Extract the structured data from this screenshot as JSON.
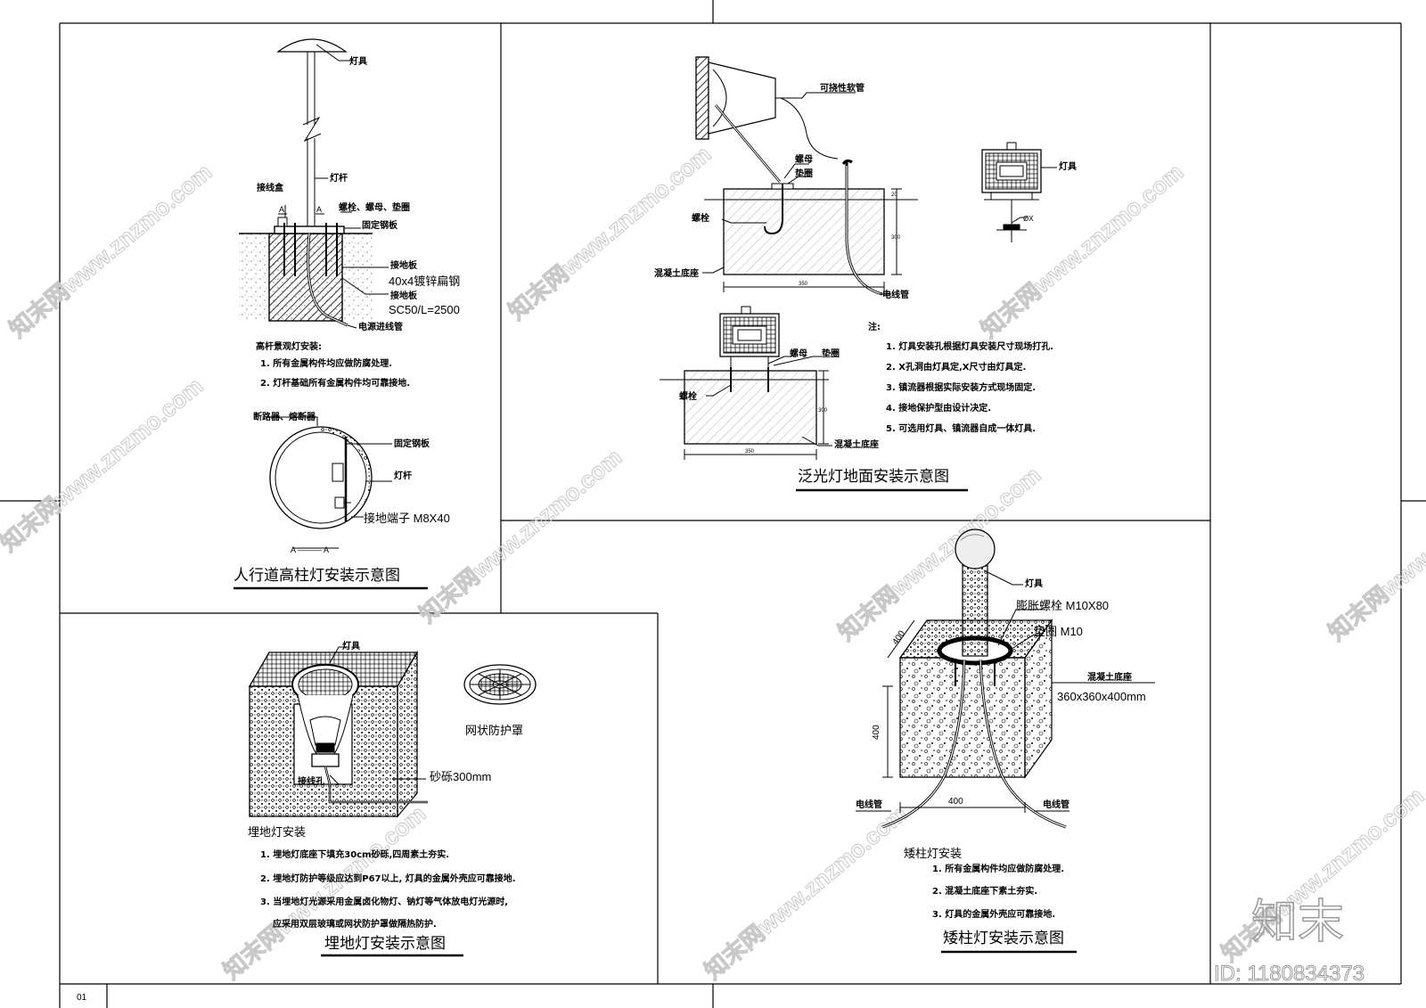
{
  "sheet": {
    "page_no": "01",
    "brand_logo_text": "知末",
    "id_label": "ID: 1180834373",
    "watermark": "知末网www.znzmo.com"
  },
  "high_pole": {
    "title": "人行道高柱灯安装示意图",
    "labels": {
      "luminaire": "灯具",
      "pole": "灯杆",
      "junction_box": "接线盒",
      "section_a": "A",
      "bolts": "螺栓、螺母、垫圈",
      "fixed_plate": "固定钢板",
      "ground_plate": "接地板",
      "ground_spec": "40x4镀锌扁钢",
      "ground_plate2": "接地板",
      "conduit_spec": "SC50/L=2500",
      "power_pipe": "电源进线管",
      "breaker": "断路器、熔断器",
      "fixed_plate2": "固定钢板",
      "pole2": "灯杆",
      "ground_terminal": "接地端子 M8X40",
      "section_mark": "A ——— A"
    },
    "notes_title": "高杆景观灯安装:",
    "notes": [
      "1.  所有金属构件均应做防腐处理.",
      "2.  灯杆基础所有金属构件均可靠接地."
    ]
  },
  "flood": {
    "title": "泛光灯地面安装示意图",
    "labels": {
      "flex_pipe": "可挠性软管",
      "nut": "螺母",
      "washer": "垫圈",
      "bolt": "螺栓",
      "concrete_base": "混凝土底座",
      "cable_pipe": "电线管",
      "dim_350": "350",
      "dim_300": "300",
      "dim_20": "20",
      "luminaire": "灯具",
      "x_hole": "ØX",
      "nut2": "螺母",
      "washer2": "垫圈",
      "bolt2": "螺栓",
      "concrete_base2": "混凝土底座",
      "dim_350b": "350",
      "dim_300b": "300"
    },
    "notes_title": "注:",
    "notes": [
      "1.  灯具安装孔根据灯具安装尺寸现场打孔.",
      "2.  X孔洞由灯具定,X尺寸由灯具定.",
      "3.  镇流器根据实际安装方式现场固定.",
      "4.  接地保护型由设计决定.",
      "5.  可选用灯具、镇流器自成一体灯具."
    ]
  },
  "inground": {
    "title": "埋地灯安装示意图",
    "labels": {
      "luminaire": "灯具",
      "wiring_hole": "接线孔",
      "gravel": "砂砾300mm",
      "mesh_cover": "网状防护罩"
    },
    "notes_title": "埋地灯安装",
    "notes": [
      "1.  埋地灯底座下填充30cm砂砾,四周素土夯实.",
      "2.  埋地灯防护等级应达到P67以上, 灯具的金属外壳应可靠接地.",
      "3.  当埋地灯光源采用金属卤化物灯、钠灯等气体放电灯光源时,",
      "应采用双层玻璃或网状防护罩做隔热防护."
    ]
  },
  "bollard": {
    "title": "矮柱灯安装示意图",
    "labels": {
      "luminaire": "灯具",
      "expansion_bolt": "膨胀螺栓 M10X80",
      "washer": "垫圈 M10",
      "concrete_base": "混凝土底座",
      "base_size": "360x360x400mm",
      "dim_400_top": "400",
      "dim_400_side": "400",
      "dim_400_bottom": "400",
      "cable_left": "电线管",
      "cable_right": "电线管"
    },
    "notes_title": "矮柱灯安装",
    "notes": [
      "1.  所有金属构件均应做防腐处理.",
      "2.  混凝土底座下素土夯实.",
      "3.  灯具的金属外壳应可靠接地."
    ]
  }
}
